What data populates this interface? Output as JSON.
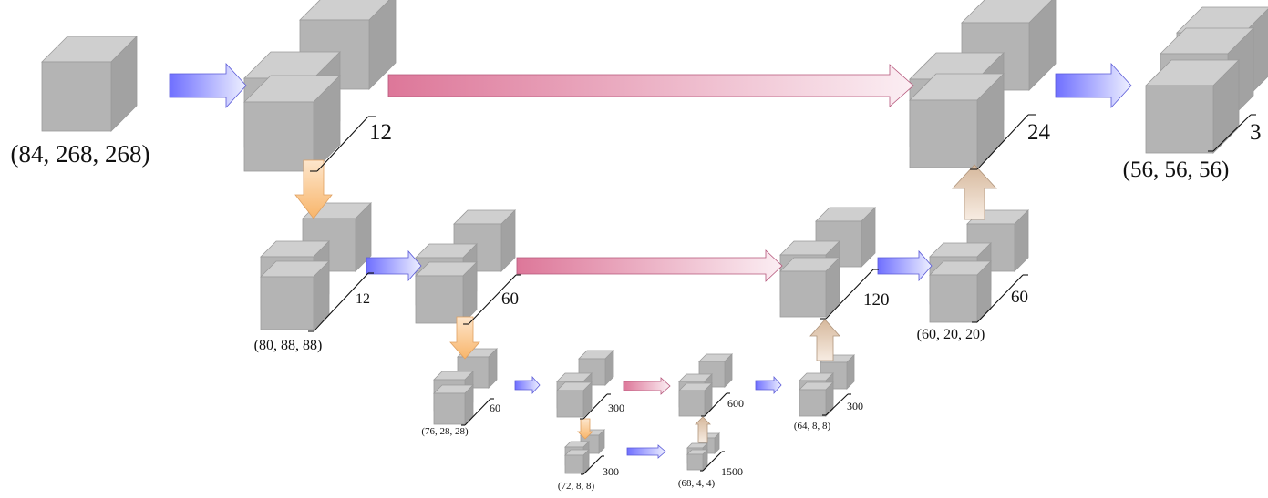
{
  "diagram": {
    "colors": {
      "cube_front": "#b4b4b4",
      "cube_top": "#cfcfcf",
      "cube_side": "#a2a2a2",
      "cube_edge": "#9a9a9a",
      "arrow_blue": "#6f6fff",
      "arrow_pink": "#dd7799",
      "arrow_orange": "#f8b56a",
      "arrow_tan": "#d6b89c"
    },
    "blocks": [
      {
        "id": "input",
        "shape": "(84, 268, 268)",
        "channels": ""
      },
      {
        "id": "enc1",
        "shape": "",
        "channels": "12"
      },
      {
        "id": "enc2",
        "shape": "(80, 88, 88)",
        "channels": "12"
      },
      {
        "id": "enc2b",
        "shape": "",
        "channels": "60"
      },
      {
        "id": "enc3",
        "shape": "(76, 28, 28)",
        "channels": "60"
      },
      {
        "id": "enc3b",
        "shape": "",
        "channels": "300"
      },
      {
        "id": "bottom",
        "shape": "(72, 8, 8)",
        "channels": "300"
      },
      {
        "id": "bottomb",
        "shape": "(68, 4, 4)",
        "channels": "1500"
      },
      {
        "id": "dec3",
        "shape": "",
        "channels": "600"
      },
      {
        "id": "dec3b",
        "shape": "(64, 8, 8)",
        "channels": "300"
      },
      {
        "id": "dec2",
        "shape": "",
        "channels": "120"
      },
      {
        "id": "dec2b",
        "shape": "(60, 20, 20)",
        "channels": "60"
      },
      {
        "id": "dec1",
        "shape": "",
        "channels": "24"
      },
      {
        "id": "output",
        "shape": "(56, 56, 56)",
        "channels": "3"
      }
    ]
  }
}
